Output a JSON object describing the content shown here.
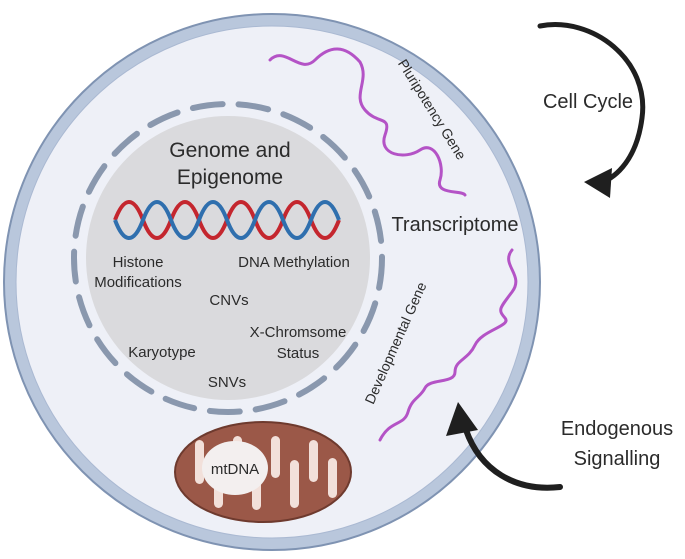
{
  "nucleus": {
    "title_line1": "Genome and",
    "title_line2": "Epigenome",
    "histone_line1": "Histone",
    "histone_line2": "Modifications",
    "dna_methylation": "DNA Methylation",
    "cnvs": "CNVs",
    "xchrom_line1": "X-Chromsome",
    "xchrom_line2": "Status",
    "karyotype": "Karyotype",
    "snvs": "SNVs"
  },
  "transcriptome": "Transcriptome",
  "pluripotency_gene": "Pluripotency Gene",
  "developmental_gene": "Developmental Gene",
  "mtdna": "mtDNA",
  "cell_cycle": "Cell Cycle",
  "endogenous_line1": "Endogenous",
  "endogenous_line2": "Signalling",
  "colors": {
    "cell_membrane": "#b9c7dc",
    "cell_membrane_outline": "#7f93b2",
    "cytoplasm": "#eef0f7",
    "nucleus_fill": "#dadadd",
    "nucleus_envelope": "#8a98ae",
    "dna_red": "#c4262e",
    "dna_blue": "#2f6fae",
    "mrna": "#b453c6",
    "mitochondrion": "#9b5848",
    "arrow": "#1f1f1f"
  }
}
